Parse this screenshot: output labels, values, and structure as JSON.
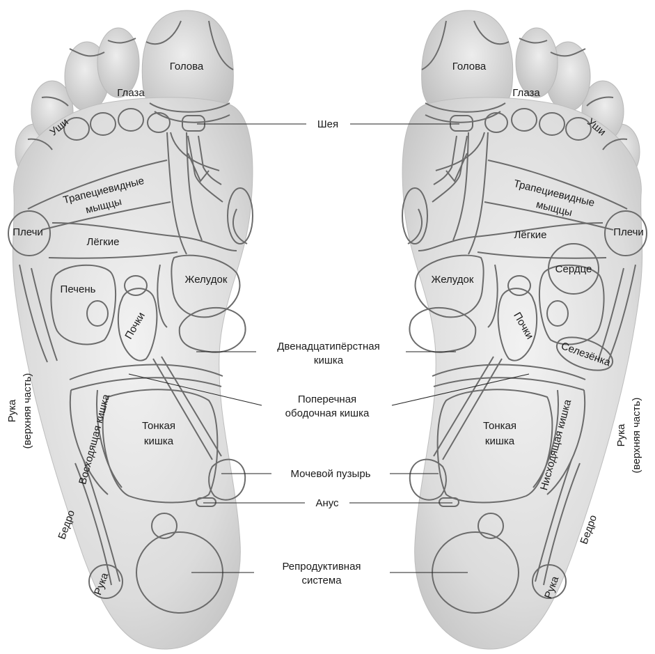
{
  "labels": {
    "head": "Голова",
    "eyes": "Глаза",
    "ears": "Уши",
    "trapezius_1": "Трапециевидные",
    "trapezius_2": "мыщцы",
    "shoulders": "Плечи",
    "lungs": "Лёгкие",
    "liver": "Печень",
    "stomach": "Желудок",
    "kidneys": "Почки",
    "heart": "Сердце",
    "spleen": "Селезёнка",
    "ascending_colon": "Восходящая кишка",
    "descending_colon": "Нисходящая кишка",
    "small_intestine_1": "Тонкая",
    "small_intestine_2": "кишка",
    "arm_upper_1": "Рука",
    "arm_upper_2": "(верхняя часть)",
    "thigh": "Бедро",
    "arm": "Рука"
  },
  "callouts": {
    "neck": "Шея",
    "duodenum_1": "Двенадцатипёрстная",
    "duodenum_2": "кишка",
    "transverse_colon_1": "Поперечная",
    "transverse_colon_2": "ободочная кишка",
    "bladder": "Мочевой пузырь",
    "anus": "Анус",
    "reproductive_1": "Репродуктивная",
    "reproductive_2": "система"
  },
  "colors": {
    "skin_light": "#ececec",
    "skin_mid": "#d6d6d6",
    "skin_shadow": "#bdbdbd",
    "zone_line": "#6b6b6b",
    "text": "#1a1a1a"
  }
}
